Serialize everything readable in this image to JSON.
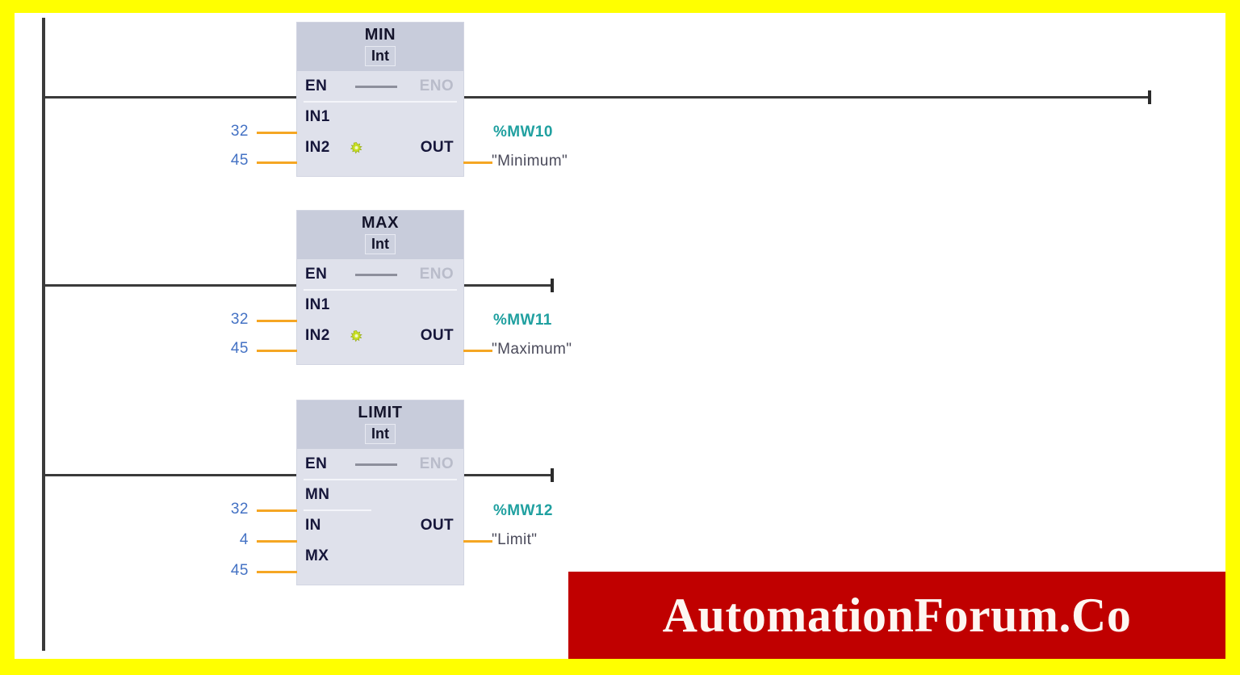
{
  "canvas": {
    "border_color": "#ffff00",
    "background": "#ffffff"
  },
  "colors": {
    "rail": "#3a3a3a",
    "block_body": "#dfe1eb",
    "block_header": "#c8ccdb",
    "wire_orange": "#f5a623",
    "operand_blue": "#4472c4",
    "address_teal": "#20a0a0",
    "symbol_gray": "#4a4a5a",
    "eno_dim": "#b9bcca",
    "watermark_bg": "#c00000",
    "watermark_fg": "#fdf6f2"
  },
  "networks": [
    {
      "block": {
        "title": "MIN",
        "data_type": "Int",
        "enable_in": "EN",
        "enable_out": "ENO",
        "has_gear_icon": true,
        "inputs": [
          {
            "pin": "IN1",
            "value": "32"
          },
          {
            "pin": "IN2",
            "value": "45"
          }
        ],
        "outputs": [
          {
            "pin": "OUT",
            "address": "%MW10",
            "symbol": "\"Minimum\""
          }
        ]
      }
    },
    {
      "block": {
        "title": "MAX",
        "data_type": "Int",
        "enable_in": "EN",
        "enable_out": "ENO",
        "has_gear_icon": true,
        "inputs": [
          {
            "pin": "IN1",
            "value": "32"
          },
          {
            "pin": "IN2",
            "value": "45"
          }
        ],
        "outputs": [
          {
            "pin": "OUT",
            "address": "%MW11",
            "symbol": "\"Maximum\""
          }
        ]
      }
    },
    {
      "block": {
        "title": "LIMIT",
        "data_type": "Int",
        "enable_in": "EN",
        "enable_out": "ENO",
        "has_gear_icon": false,
        "inputs": [
          {
            "pin": "MN",
            "value": "32"
          },
          {
            "pin": "IN",
            "value": "4"
          },
          {
            "pin": "MX",
            "value": "45"
          }
        ],
        "outputs": [
          {
            "pin": "OUT",
            "address": "%MW12",
            "symbol": "\"Limit\""
          }
        ]
      }
    }
  ],
  "watermark": {
    "text": "AutomationForum.Co"
  }
}
